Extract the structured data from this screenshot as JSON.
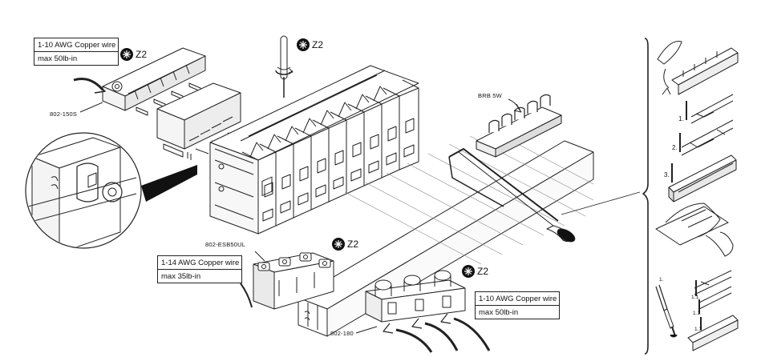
{
  "specs": {
    "top_left": {
      "line1": "1-10 AWG Copper wire",
      "line2": "max 50lb-in"
    },
    "mid_left": {
      "line1": "1-14 AWG Copper wire",
      "line2": "max 35lb-in"
    },
    "bottom_right": {
      "line1": "1-10 AWG Copper wire",
      "line2": "max 50lb-in"
    }
  },
  "callouts": {
    "busbar": "802-150S",
    "brb": "BRB 5W",
    "esb": "802-ESB50UL",
    "lugs": "802-180"
  },
  "tool_badges": {
    "z1": "Z2",
    "z2": "Z2",
    "z3": "Z2",
    "z4": "Z2"
  },
  "steps": {
    "s1": "1.",
    "s2": "2.",
    "s3": "3.",
    "s4": "1.",
    "s5": "1.1",
    "s6": "1.2",
    "s7": "1.3"
  },
  "icons": {
    "tool_badge": "screwdriver-torx-icon"
  }
}
